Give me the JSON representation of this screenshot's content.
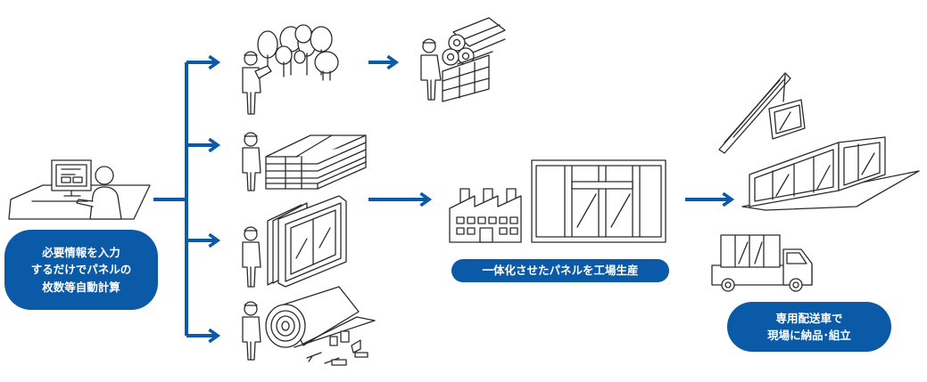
{
  "colors": {
    "accent": "#0a5aa8",
    "line": "#2b2b2b",
    "fill": "#ffffff"
  },
  "labels": {
    "calc_line1": "必要情報を入力",
    "calc_line2": "するだけでパネルの",
    "calc_line3": "枚数等自動計算",
    "factory": "一体化させたパネルを工場生産",
    "delivery_line1": "専用配送車で",
    "delivery_line2": "現場に納品･組立"
  },
  "icons": {
    "designer": "person-at-computer-icon",
    "forest": "forest-surveyor-icon",
    "lumber": "lumber-worker-icon",
    "boards": "board-stack-worker-icon",
    "windows": "window-frame-worker-icon",
    "insulation": "insulation-roll-worker-icon",
    "factory": "factory-icon",
    "panel": "wall-panel-icon",
    "crane": "crane-install-icon",
    "truck": "delivery-truck-icon"
  }
}
